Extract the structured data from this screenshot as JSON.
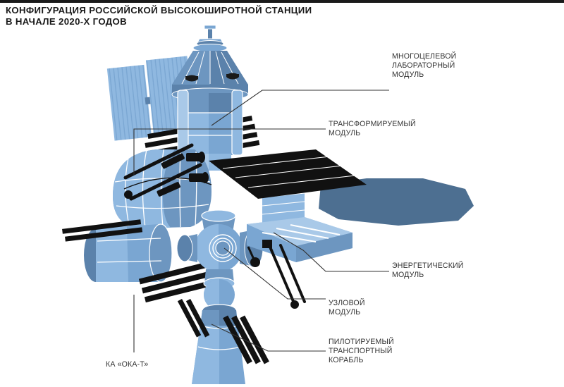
{
  "document": {
    "title_lines": [
      "КОНФИГУРАЦИЯ РОССИЙСКОЙ ВЫСОКОШИРОТНОЙ СТАНЦИИ",
      "В НАЧАЛЕ 2020-Х ГОДОВ"
    ]
  },
  "labels": {
    "multipurpose_lab": "МНОГОЦЕЛЕВОЙ\nЛАБОРАТОРНЫЙ\nМОДУЛЬ",
    "transformable": "ТРАНСФОРМИРУЕМЫЙ\nМОДУЛЬ",
    "power": "ЭНЕРГЕТИЧЕСКИЙ\nМОДУЛЬ",
    "node": "УЗЛОВОЙ\nМОДУЛЬ",
    "crew_transport": "ПИЛОТИРУЕМЫЙ\nТРАНСПОРТНЫЙ\nКОРАБЛЬ",
    "oka_t": "КА «ОКА-Т»"
  },
  "colors": {
    "background": "#ffffff",
    "rule": "#1a1a1a",
    "title_text": "#1a1a1a",
    "label_text": "#333333",
    "leader_line": "#333333",
    "blue_light": "#8fb8e0",
    "blue_mid": "#7aa6d2",
    "blue_deep": "#5b82ab",
    "blue_slate": "#4d6f91",
    "blue_pale": "#a9c9e8",
    "panel_dark": "#111111",
    "outline": "#ffffff"
  },
  "diagram": {
    "type": "technical-illustration",
    "subject": "orbital-station-configuration",
    "parts": [
      "multipurpose-laboratory-module",
      "transformable-module",
      "power-module",
      "node-module",
      "crew-transport-ship",
      "oka-t-spacecraft",
      "solar-arrays",
      "radiator-panels"
    ]
  }
}
